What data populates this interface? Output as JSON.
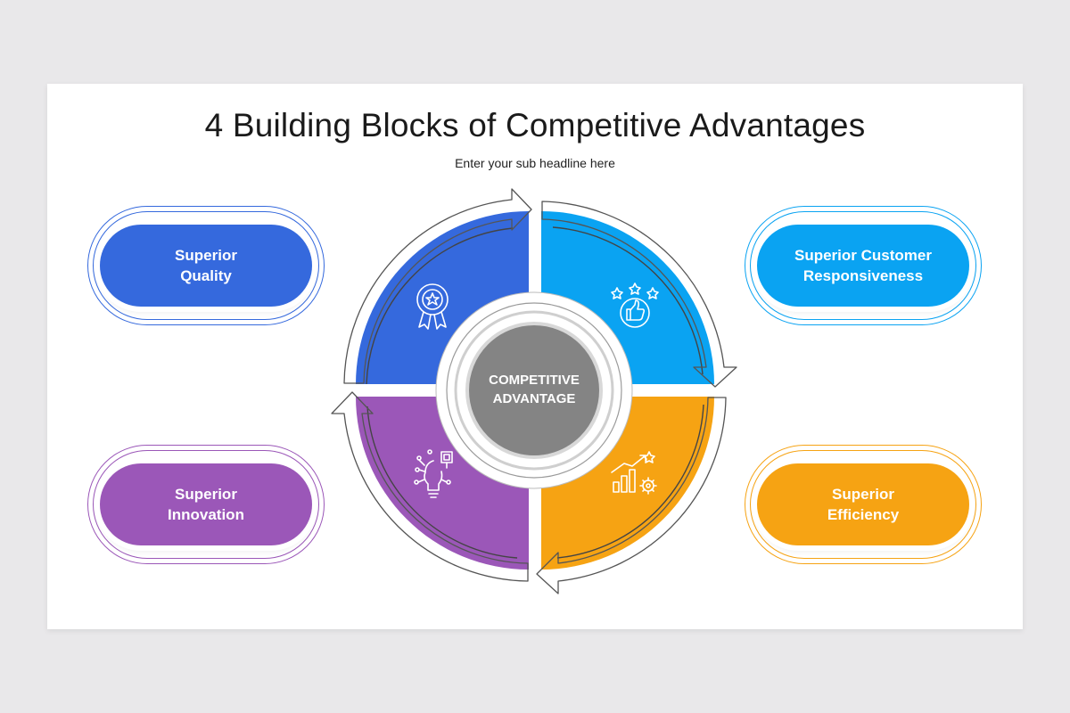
{
  "title": "4 Building Blocks of Competitive Advantages",
  "subtitle": "Enter your sub headline here",
  "center": {
    "label": "COMPETITIVE\nADVANTAGE"
  },
  "blocks": {
    "quality": {
      "label": "Superior\nQuality",
      "color": "#3569dd",
      "icon": "award-ribbon-icon"
    },
    "responsiveness": {
      "label": "Superior Customer\nResponsiveness",
      "color": "#0aa3f2",
      "icon": "thumbs-up-stars-icon"
    },
    "innovation": {
      "label": "Superior\nInnovation",
      "color": "#9b57b8",
      "icon": "lightbulb-chip-icon"
    },
    "efficiency": {
      "label": "Superior\nEfficiency",
      "color": "#f6a313",
      "icon": "growth-chart-gear-icon"
    }
  },
  "colors": {
    "center": "#848484",
    "background": "#e9e8ea",
    "slide": "#ffffff"
  }
}
